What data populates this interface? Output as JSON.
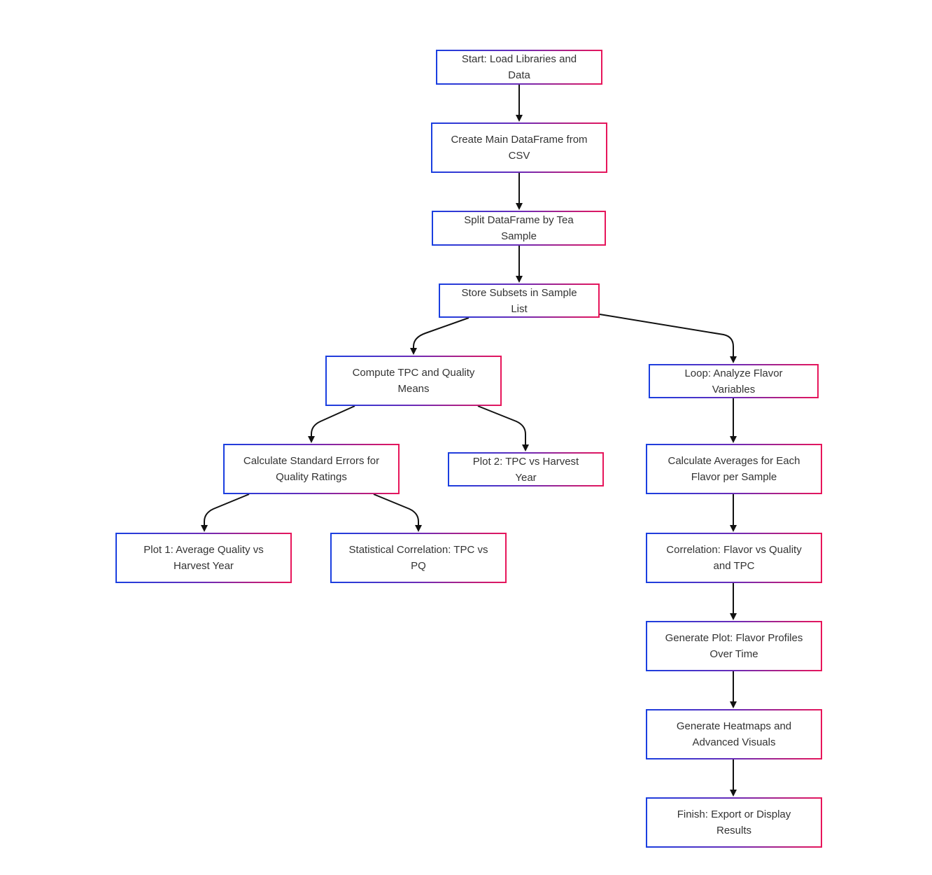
{
  "diagram": {
    "nodes": [
      {
        "id": "start",
        "label": "Start: Load Libraries and Data"
      },
      {
        "id": "create",
        "label": "Create Main DataFrame from CSV"
      },
      {
        "id": "split",
        "label": "Split DataFrame by Tea Sample"
      },
      {
        "id": "store",
        "label": "Store Subsets in Sample List"
      },
      {
        "id": "compute",
        "label": "Compute TPC and Quality Means"
      },
      {
        "id": "loop",
        "label": "Loop: Analyze Flavor Variables"
      },
      {
        "id": "stderr",
        "label": "Calculate Standard Errors for Quality Ratings"
      },
      {
        "id": "plot2",
        "label": "Plot 2: TPC vs Harvest Year"
      },
      {
        "id": "averages",
        "label": "Calculate Averages for Each Flavor per Sample"
      },
      {
        "id": "plot1",
        "label": "Plot 1: Average Quality vs Harvest Year"
      },
      {
        "id": "statcorr",
        "label": "Statistical Correlation: TPC vs PQ"
      },
      {
        "id": "corr",
        "label": "Correlation: Flavor vs Quality and TPC"
      },
      {
        "id": "genplot",
        "label": "Generate Plot: Flavor Profiles Over Time"
      },
      {
        "id": "heatmaps",
        "label": "Generate Heatmaps and Advanced Visuals"
      },
      {
        "id": "finish",
        "label": "Finish: Export or Display Results"
      }
    ],
    "edges": [
      {
        "from": "start",
        "to": "create"
      },
      {
        "from": "create",
        "to": "split"
      },
      {
        "from": "split",
        "to": "store"
      },
      {
        "from": "store",
        "to": "compute"
      },
      {
        "from": "store",
        "to": "loop"
      },
      {
        "from": "compute",
        "to": "stderr"
      },
      {
        "from": "compute",
        "to": "plot2"
      },
      {
        "from": "stderr",
        "to": "plot1"
      },
      {
        "from": "stderr",
        "to": "statcorr"
      },
      {
        "from": "loop",
        "to": "averages"
      },
      {
        "from": "averages",
        "to": "corr"
      },
      {
        "from": "corr",
        "to": "genplot"
      },
      {
        "from": "genplot",
        "to": "heatmaps"
      },
      {
        "from": "heatmaps",
        "to": "finish"
      }
    ],
    "colors": {
      "border_start": "#1a3fe0",
      "border_end": "#e8155a",
      "edge": "#111111",
      "text": "#333333"
    }
  }
}
